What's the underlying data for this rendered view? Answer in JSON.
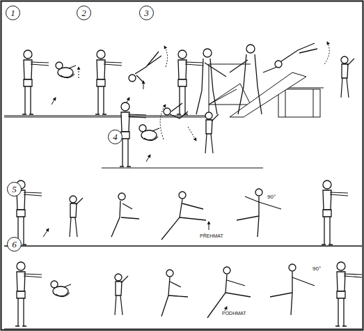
{
  "diagram": {
    "nodes": [
      {
        "text": [
          "1"
        ]
      },
      {
        "text": [
          "2"
        ]
      },
      {
        "text": [
          "3"
        ]
      },
      {
        "text": [
          "4"
        ]
      },
      {
        "text": [
          "5"
        ]
      },
      {
        "text": [
          "6"
        ]
      }
    ],
    "labels": [
      "PŘEHMAT",
      "90°",
      "PODHMAT",
      "90°"
    ]
  }
}
